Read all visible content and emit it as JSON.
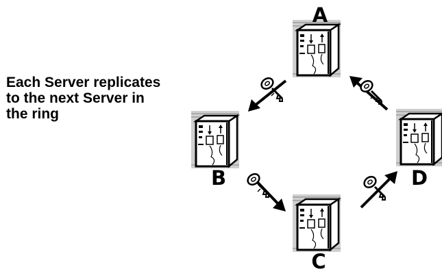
{
  "caption": {
    "line1": "Each Server replicates",
    "line2": "to the next Server in",
    "line3": "the ring"
  },
  "servers": [
    {
      "id": "A",
      "label": "A",
      "icon": "server-icon"
    },
    {
      "id": "B",
      "label": "B",
      "icon": "server-icon"
    },
    {
      "id": "C",
      "label": "C",
      "icon": "server-icon"
    },
    {
      "id": "D",
      "label": "D",
      "icon": "server-icon"
    }
  ],
  "replication_links": [
    {
      "from": "A",
      "to": "B",
      "icon": "key-icon"
    },
    {
      "from": "B",
      "to": "C",
      "icon": "key-icon"
    },
    {
      "from": "C",
      "to": "D",
      "icon": "key-icon"
    },
    {
      "from": "D",
      "to": "A",
      "icon": "key-icon"
    }
  ]
}
